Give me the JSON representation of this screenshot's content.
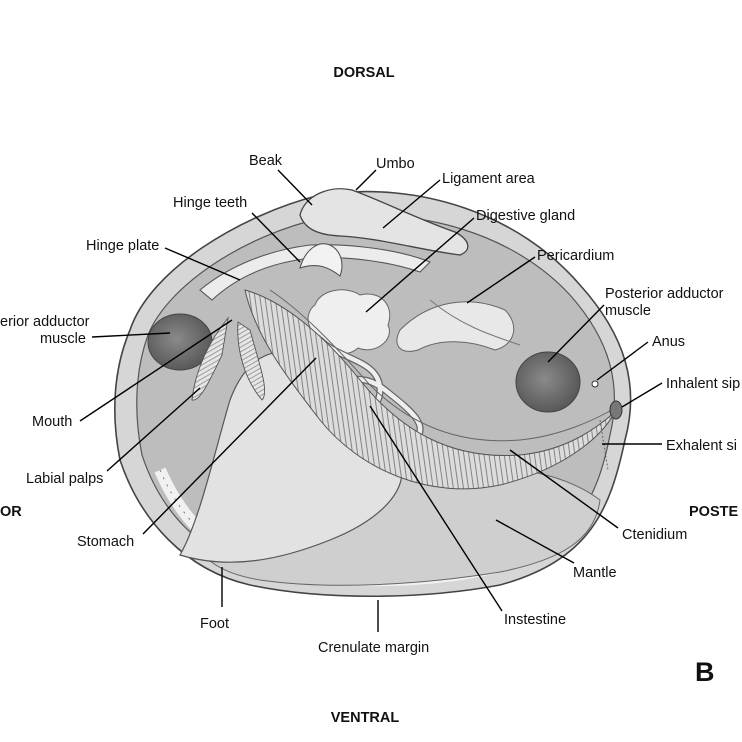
{
  "directions": {
    "dorsal": "DORSAL",
    "ventral": "VENTRAL",
    "anterior": "OR",
    "posterior": "POSTE"
  },
  "panel_letter": "B",
  "labels": {
    "beak": "Beak",
    "umbo": "Umbo",
    "ligament_area": "Ligament area",
    "hinge_teeth": "Hinge teeth",
    "digestive_gland": "Digestive gland",
    "hinge_plate": "Hinge plate",
    "pericardium": "Pericardium",
    "anterior_adductor_line1": "erior adductor",
    "anterior_adductor_line2": "muscle",
    "posterior_adductor_line1": "Posterior adductor",
    "posterior_adductor_line2": "muscle",
    "anus": "Anus",
    "mouth": "Mouth",
    "inhalent_siphon": "Inhalent sip",
    "exhalent_siphon": "Exhalent si",
    "labial_palps": "Labial palps",
    "stomach": "Stomach",
    "ctenidium": "Ctenidium",
    "mantle": "Mantle",
    "foot": "Foot",
    "instestine": "Instestine",
    "crenulate_margin": "Crenulate margin"
  }
}
